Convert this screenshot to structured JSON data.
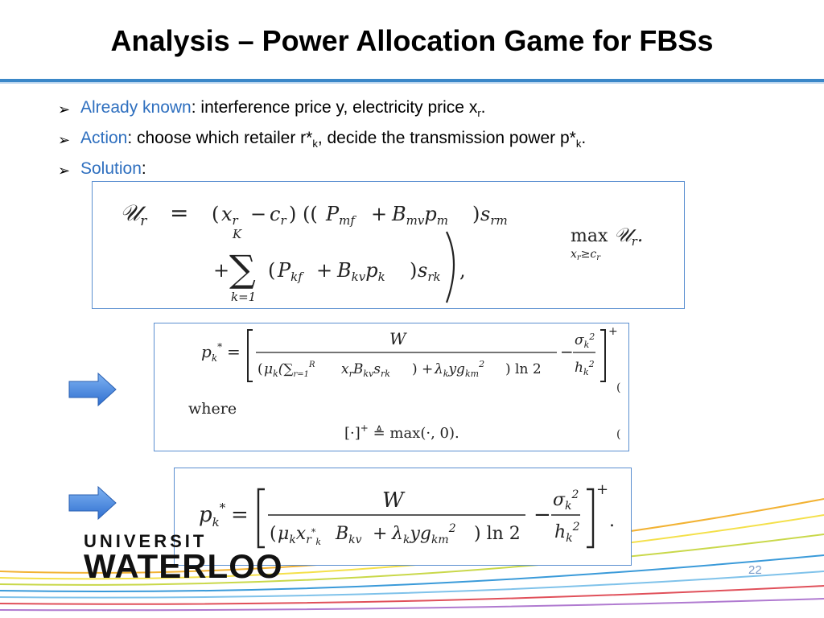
{
  "slide": {
    "title": "Analysis – Power Allocation Game for FBSs",
    "page_number": "22"
  },
  "bullets": [
    {
      "keyword": "Already known",
      "text": ": interference price y, electricity price x",
      "sub": "r",
      "tail": "."
    },
    {
      "keyword": "Action",
      "text": ": choose which retailer r*",
      "sub": "k",
      "text2": ", decide the transmission power p*",
      "sub2": "k",
      "tail": "."
    },
    {
      "keyword": "Solution",
      "text": ":"
    }
  ],
  "logo": {
    "top_text": "UNIVERSIT",
    "bottom_text": "WATERLOO"
  },
  "equations": {
    "utility_max_label": "max",
    "utility_max_sub": "x",
    "eq2_where": "where",
    "eq2_plus": "+"
  },
  "colors": {
    "accent_blue": "#2e6fbf",
    "rule_blue": "#3a87c8",
    "box_border": "#5b8fd0",
    "arrow_blue": "#4a8be0"
  }
}
